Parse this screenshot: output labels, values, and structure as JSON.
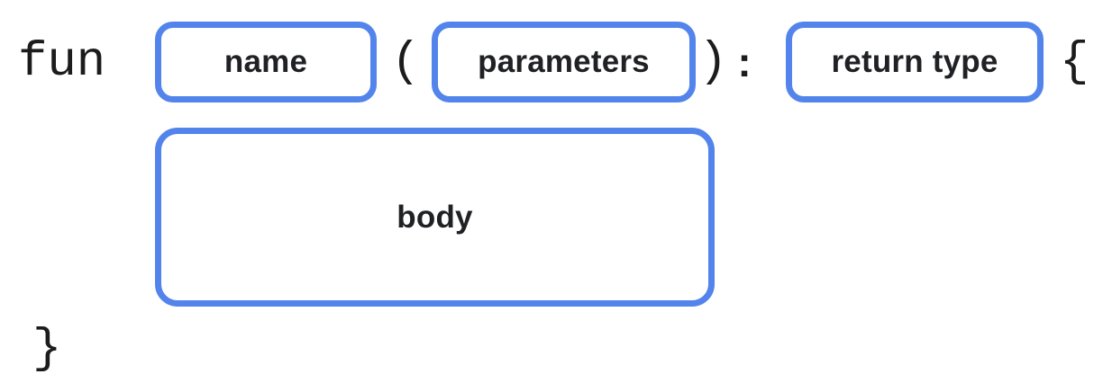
{
  "diagram": {
    "accent_color": "#5384ec",
    "text_color": "#202124",
    "background_color": "#ffffff",
    "tokens": {
      "keyword": "fun",
      "open_paren": "(",
      "close_paren": ")",
      "colon": ":",
      "open_brace": "{",
      "close_brace": "}"
    },
    "slots": {
      "name": "name",
      "parameters": "parameters",
      "return_type": "return type",
      "body": "body"
    }
  }
}
